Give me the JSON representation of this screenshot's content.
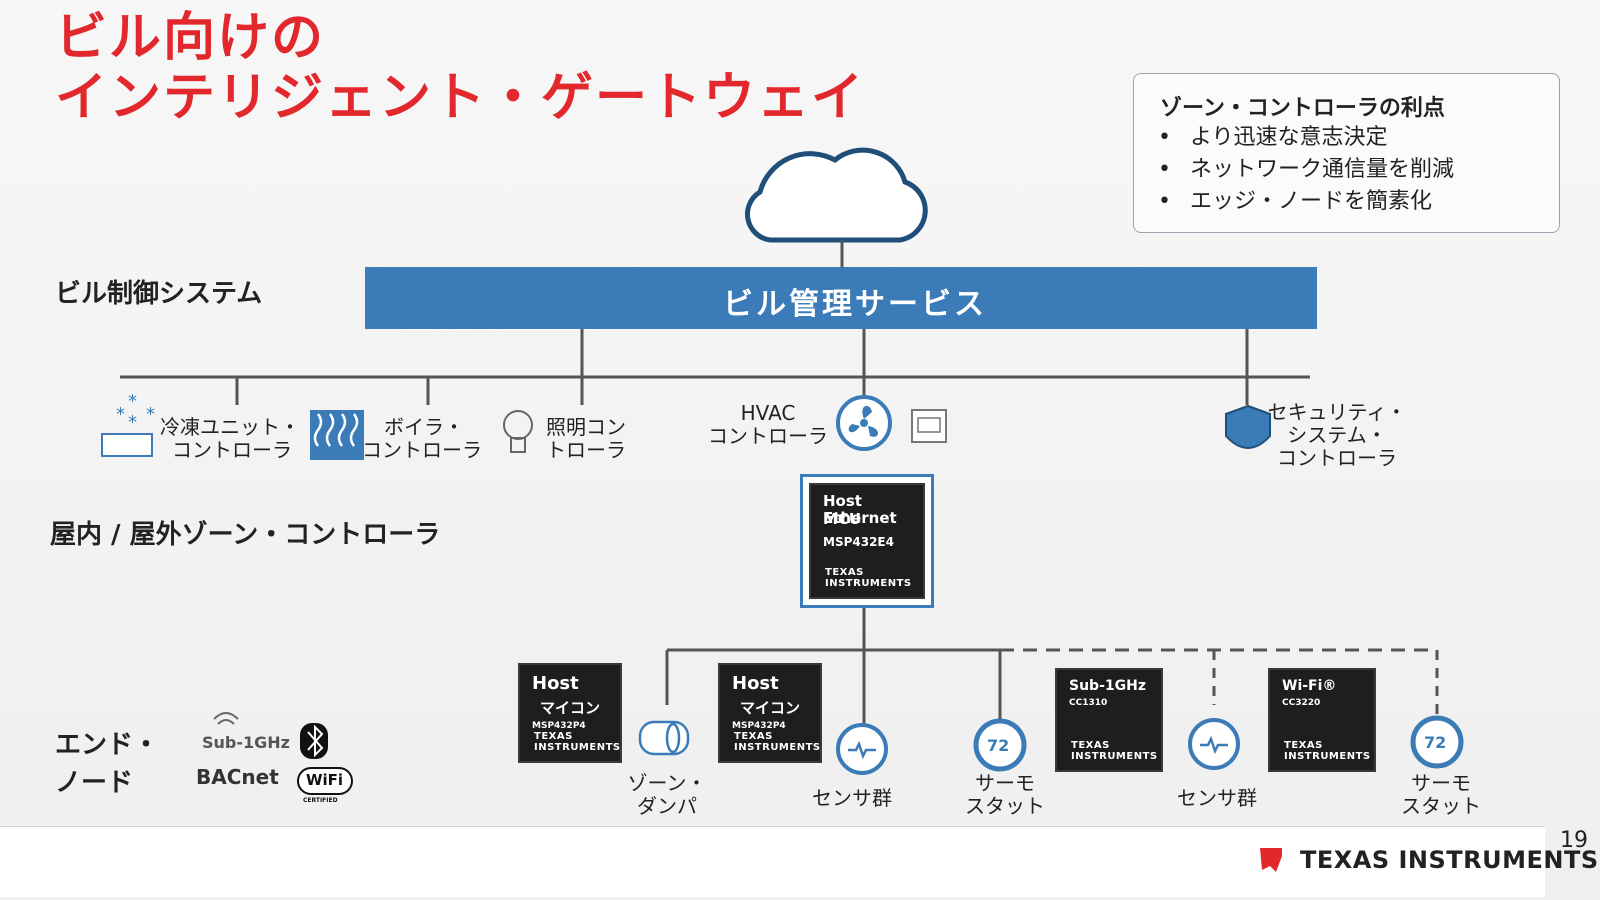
{
  "title": {
    "line1": "ビル向けの",
    "line2": "インテリジェント・ゲートウェイ"
  },
  "benefits": {
    "heading": "ゾーン・コントローラの利点",
    "items": [
      "より迅速な意志決定",
      "ネットワーク通信量を削減",
      "エッジ・ノードを簡素化"
    ]
  },
  "labels": {
    "building_control": "ビル制御システム",
    "zone_controller": "屋内 / 屋外ゾーン・コントローラ",
    "end_node_1": "エンド・",
    "end_node_2": "ノード"
  },
  "banner": {
    "text": "ビル管理サービス"
  },
  "devices": {
    "freezer": [
      "冷凍ユニット・",
      "コントローラ"
    ],
    "boiler": [
      "ボイラ・",
      "コントローラ"
    ],
    "lighting": [
      "照明コン",
      "トローラ"
    ],
    "hvac": [
      "HVAC",
      "コントローラ"
    ],
    "security": [
      "セキュリティ・",
      "システム・",
      "コントローラ"
    ]
  },
  "mcu": {
    "line1": "Host Ethernet",
    "line2": "MCU",
    "part": "MSP432E4",
    "brand": "TEXAS INSTRUMENTS"
  },
  "end_nodes": {
    "host1": {
      "line1": "Host",
      "line2": "マイコン",
      "part": "MSP432P4"
    },
    "host2": {
      "line1": "Host",
      "line2": "マイコン",
      "part": "MSP432P4"
    },
    "subghz": {
      "line1": "Sub-1GHz",
      "part": "CC1310"
    },
    "wifi": {
      "line1": "Wi-Fi®",
      "part": "CC3220"
    },
    "damper": [
      "ゾーン・",
      "ダンパ"
    ],
    "sensors1": "センサ群",
    "thermo1": [
      "サーモ",
      "スタット"
    ],
    "sensors2": "センサ群",
    "thermo2": [
      "サーモ",
      "スタット"
    ],
    "thermo_value": "72"
  },
  "protocols": {
    "subghz": "Sub-1GHz",
    "bacnet": "BACnet",
    "wifi": "WiFi",
    "wifi_cert": "CERTIFIED"
  },
  "footer": {
    "brand": "TEXAS INSTRUMENTS",
    "page": "19"
  },
  "colors": {
    "title": "#e2282c",
    "accent": "#3b7bb7",
    "chip": "#1e1e1e"
  }
}
